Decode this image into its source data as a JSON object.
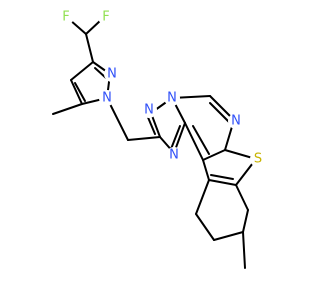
{
  "molecule": {
    "atoms": {
      "F1": {
        "symbol": "F",
        "color": "#90e050"
      },
      "F2": {
        "symbol": "F",
        "color": "#90e050"
      },
      "N1": {
        "symbol": "N",
        "color": "#3050f8"
      },
      "N2": {
        "symbol": "N",
        "color": "#3050f8"
      },
      "N3": {
        "symbol": "N",
        "color": "#3050f8"
      },
      "N4": {
        "symbol": "N",
        "color": "#3050f8"
      },
      "N5": {
        "symbol": "N",
        "color": "#3050f8"
      },
      "N6": {
        "symbol": "N",
        "color": "#3050f8"
      },
      "S1": {
        "symbol": "S",
        "color": "#c8b400"
      }
    },
    "bond_color": "#000000"
  }
}
